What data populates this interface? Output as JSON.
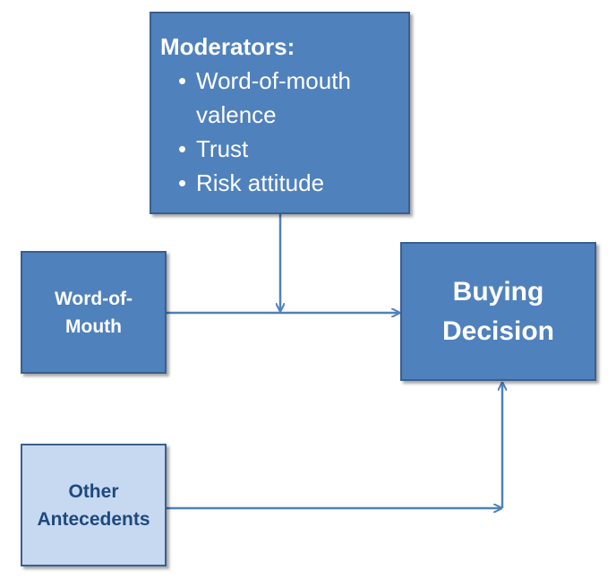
{
  "moderators": {
    "title": "Moderators:",
    "items": [
      {
        "line1": "Word-of-mouth",
        "line2": "valence"
      },
      {
        "line1": "Trust",
        "line2": ""
      },
      {
        "line1": "Risk attitude",
        "line2": ""
      }
    ]
  },
  "word_of_mouth": {
    "line1": "Word-of-",
    "line2": "Mouth"
  },
  "buying_decision": {
    "line1": "Buying",
    "line2": "Decision"
  },
  "other_antecedents": {
    "line1": "Other",
    "line2": "Antecedents"
  },
  "colors": {
    "box_fill": "#4f81bd",
    "box_border": "#3a5f8e",
    "light_fill": "#c6d9f1",
    "light_text": "#1f497d",
    "arrow": "#4f81bd"
  }
}
